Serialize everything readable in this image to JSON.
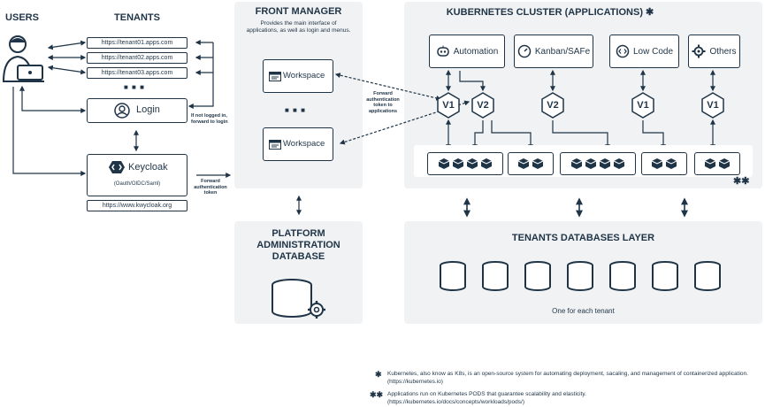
{
  "users": {
    "title": "USERS"
  },
  "tenants": {
    "title": "TENANTS",
    "urls": [
      "https://tenant01.apps.com",
      "https://tenant02.apps.com",
      "https://tenant03.apps.com"
    ],
    "ellipsis": "■ ■ ■",
    "login_label": "Login",
    "if_not_logged": "If not logged in,\nforward to login",
    "keycloak_label": "Keycloak",
    "keycloak_sub": "(Oauth/OIDC/Saml)",
    "keycloak_url": "https://www.kwycloak.org",
    "forward_token": "Forward\nauthentication\ntoken"
  },
  "front_manager": {
    "title": "FRONT MANAGER",
    "subtitle": "Provides the main interface of\napplications, as well as login and menus.",
    "workspace_1": "Workspace",
    "workspace_2": "Workspace",
    "ellipsis": "■ ■ ■",
    "forward_token_apps": "Forward\nauthentication\ntoken to\napplications"
  },
  "platform_db": {
    "title": "PLATFORM\nADMINISTRATION\nDATABASE"
  },
  "k8s": {
    "title": "KUBERNETES CLUSTER (APPLICATIONS) ✱",
    "apps": [
      "Automation",
      "Kanban/SAFe",
      "Low Code",
      "Others"
    ],
    "versions": [
      "V1",
      "V2",
      "V2",
      "V1",
      "V1"
    ],
    "pods_mark": "✱✱"
  },
  "tenants_db": {
    "title": "TENANTS DATABASES LAYER",
    "caption": "One for each tenant"
  },
  "footnotes": [
    {
      "mark": "✱",
      "text": "Kubernetes, also know as K8s, is an open-source system for automating deployment, sacaling, and management of containerized application.\n(https://kubernetes.io)"
    },
    {
      "mark": "✱✱",
      "text": "Applications run on Kubernetes PODS that guarantee scalability and elasticity.\n(https://kubernetes.io/docs/concepts/workloads/pods/)"
    }
  ],
  "colors": {
    "ink": "#1f3447",
    "panel": "#f1f2f3"
  },
  "icons": [
    "user-laptop-icon",
    "user-circle-icon",
    "keycloak-logo-icon",
    "window-icon",
    "database-stack-icon",
    "database-gear-icon",
    "cube-icon",
    "hexagon-icon",
    "robot-icon",
    "gauge-icon",
    "code-icon",
    "gear-icon"
  ]
}
